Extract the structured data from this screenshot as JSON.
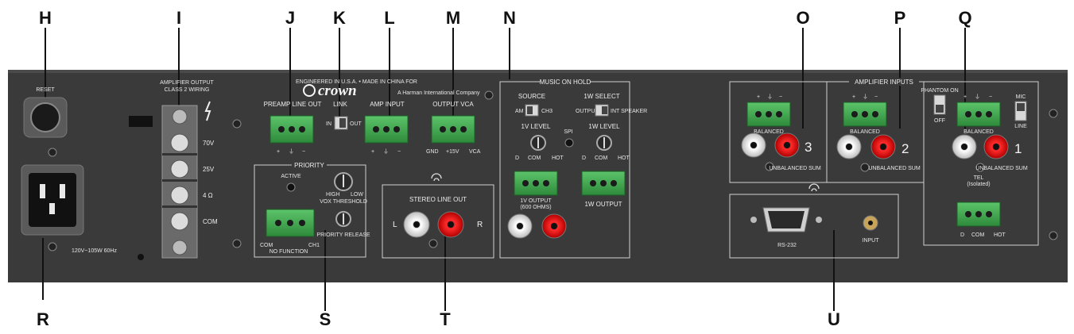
{
  "callouts": {
    "H": "H",
    "I": "I",
    "J": "J",
    "K": "K",
    "L": "L",
    "M": "M",
    "N": "N",
    "O": "O",
    "P": "P",
    "Q": "Q",
    "R": "R",
    "S": "S",
    "T": "T",
    "U": "U"
  },
  "panel": {
    "reset": "RESET",
    "amp_output": "AMPLIFIER OUTPUT",
    "amp_output_sub": "CLASS 2 WIRING",
    "tap_70v": "70V",
    "tap_25v": "25V",
    "tap_4ohm": "4 Ω",
    "tap_com": "COM",
    "power_rating": "120V~105W 60Hz",
    "engineered": "ENGINEERED IN U.S.A. • MADE IN CHINA FOR",
    "brand": "crown",
    "harman": "A Harman International Company",
    "preamp_out": "PREAMP LINE OUT",
    "preamp_pins": [
      "+",
      "⏚",
      "−"
    ],
    "link": "LINK",
    "link_in": "IN",
    "link_out": "OUT",
    "amp_input": "AMP INPUT",
    "amp_pins": [
      "+",
      "⏚",
      "−"
    ],
    "output_vca": "OUTPUT VCA",
    "vca_gnd": "GND",
    "vca_15v": "+15V",
    "vca_vca": "VCA",
    "priority": "PRIORITY",
    "active": "ACTIVE",
    "vox_high": "HIGH",
    "vox_low": "LOW",
    "vox_threshold": "VOX THRESHOLD",
    "priority_release": "PRIORITY RELEASE",
    "pin_com": "COM",
    "pin_ch1": "CH1",
    "no_function": "NO FUNCTION",
    "stereo_line_out": "STEREO LINE OUT",
    "left": "L",
    "right": "R",
    "music_on_hold": "MUSIC ON HOLD",
    "source": "SOURCE",
    "source_am": "AM",
    "source_ch3": "CH3",
    "select_1w": "1W SELECT",
    "select_output": "OUTPUT",
    "select_int_speaker": "INT SPEAKER",
    "level_1v": "1V LEVEL",
    "level_1w": "1W LEVEL",
    "spi": "SPI",
    "pin_d": "D",
    "pin_com2": "COM",
    "pin_hot": "HOT",
    "out_1v": "1V OUTPUT",
    "out_1v_sub": "(600 OHMS)",
    "out_1w": "1W OUTPUT",
    "amplifier_inputs": "AMPLIFIER    INPUTS",
    "balanced": "BALANCED",
    "unbalanced_sum": "UNBALANCED SUM",
    "ch3": "3",
    "ch2": "2",
    "ch1": "1",
    "phantom_on": "PHANTOM ON",
    "phantom_off": "OFF",
    "mic": "MIC",
    "line": "LINE",
    "tel": "TEL",
    "tel_sub": "(Isolated)",
    "rs232": "RS-232",
    "input": "INPUT",
    "sym_plus": "+",
    "sym_gnd": "⏚",
    "sym_minus": "−"
  }
}
